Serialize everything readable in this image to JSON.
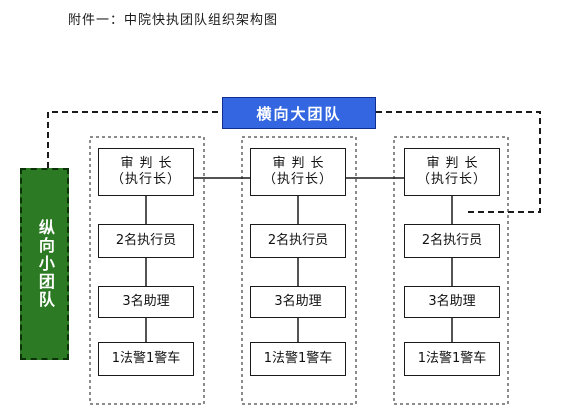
{
  "title": "附件一：中院快执团队组织架构图",
  "horizontal_team": {
    "label": "横向大团队",
    "color": "#3366e0"
  },
  "vertical_team": {
    "label": "纵向小团队",
    "color": "#2c7a23"
  },
  "columns": [
    {
      "judge_line1": "审判长",
      "judge_line2": "（执行长）",
      "executors": "2名执行员",
      "assistants": "3名助理",
      "police": "1法警1警车"
    },
    {
      "judge_line1": "审判长",
      "judge_line2": "（执行长）",
      "executors": "2名执行员",
      "assistants": "3名助理",
      "police": "1法警1警车"
    },
    {
      "judge_line1": "审判长",
      "judge_line2": "（执行长）",
      "executors": "2名执行员",
      "assistants": "3名助理",
      "police": "1法警1警车"
    }
  ]
}
